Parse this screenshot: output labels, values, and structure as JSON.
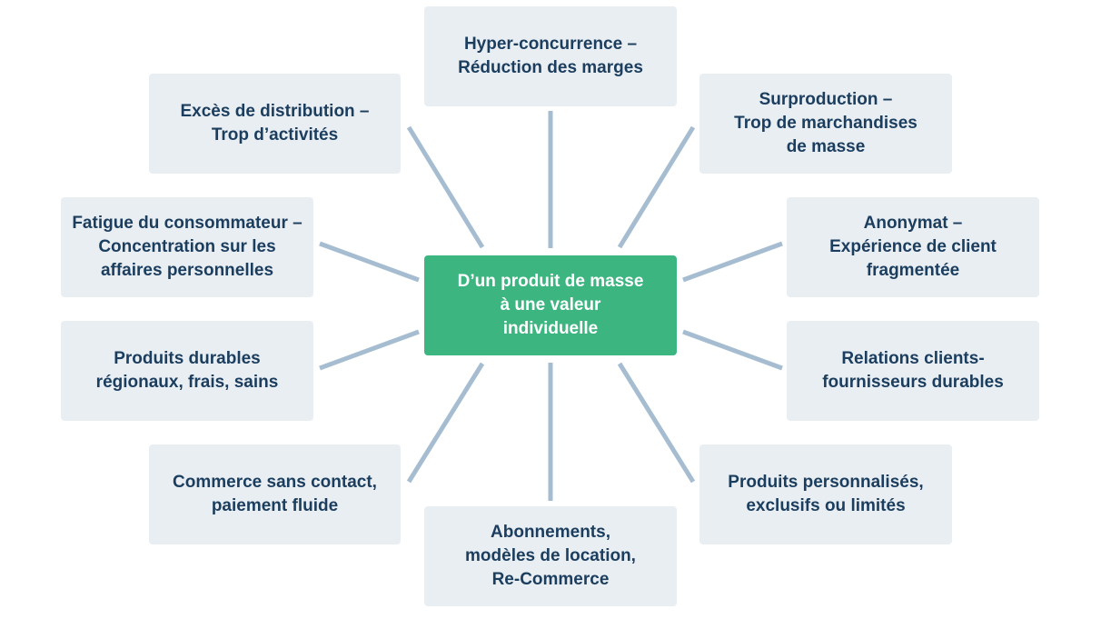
{
  "center": {
    "text": "D’un produit de masse\nà une valeur\nindividuelle"
  },
  "nodes": {
    "top": "Hyper-concurrence –\nRéduction des marges",
    "top_left": "Excès de distribution –\nTrop d’activités",
    "top_right": "Surproduction –\nTrop de marchandises\nde masse",
    "left_upper": "Fatigue du consommateur –\nConcentration sur les\naffaires personnelles",
    "right_upper": "Anonymat –\nExpérience de client\nfragmentée",
    "left_lower": "Produits durables\nrégionaux, frais, sains",
    "right_lower": "Relations clients-\nfournisseurs durables",
    "bottom_left": "Commerce sans contact,\npaiement fluide",
    "bottom_right": "Produits personnalisés,\nexclusifs ou limités",
    "bottom": "Abonnements,\nmodèles de location,\nRe-Commerce"
  },
  "colors": {
    "center_bg": "#3db581",
    "center_text": "#ffffff",
    "node_bg": "#e9eef3",
    "text": "#1b3d5e",
    "connector": "#a6bdd1"
  }
}
